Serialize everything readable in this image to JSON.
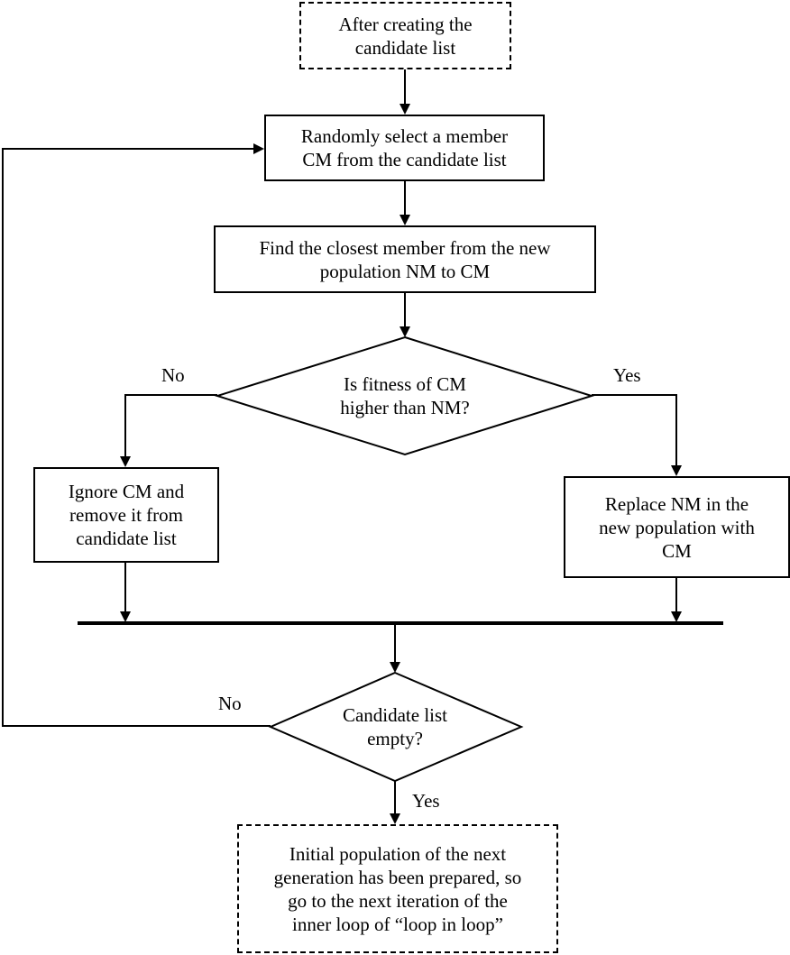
{
  "nodes": {
    "start": "After creating the\ncandidate list",
    "select": "Randomly select a member\nCM from the candidate list",
    "find": "Find the closest member from the new\npopulation NM to CM",
    "fitness_decision": "Is fitness of CM\nhigher than NM?",
    "ignore": "Ignore CM and\nremove it from\ncandidate list",
    "replace": "Replace NM in the\nnew population with\nCM",
    "empty_decision": "Candidate list\nempty?",
    "end": "Initial population of the next\ngeneration has been prepared, so\ngo to the next iteration of the\ninner loop of “loop in loop”"
  },
  "labels": {
    "fitness_no": "No",
    "fitness_yes": "Yes",
    "empty_no": "No",
    "empty_yes": "Yes"
  }
}
